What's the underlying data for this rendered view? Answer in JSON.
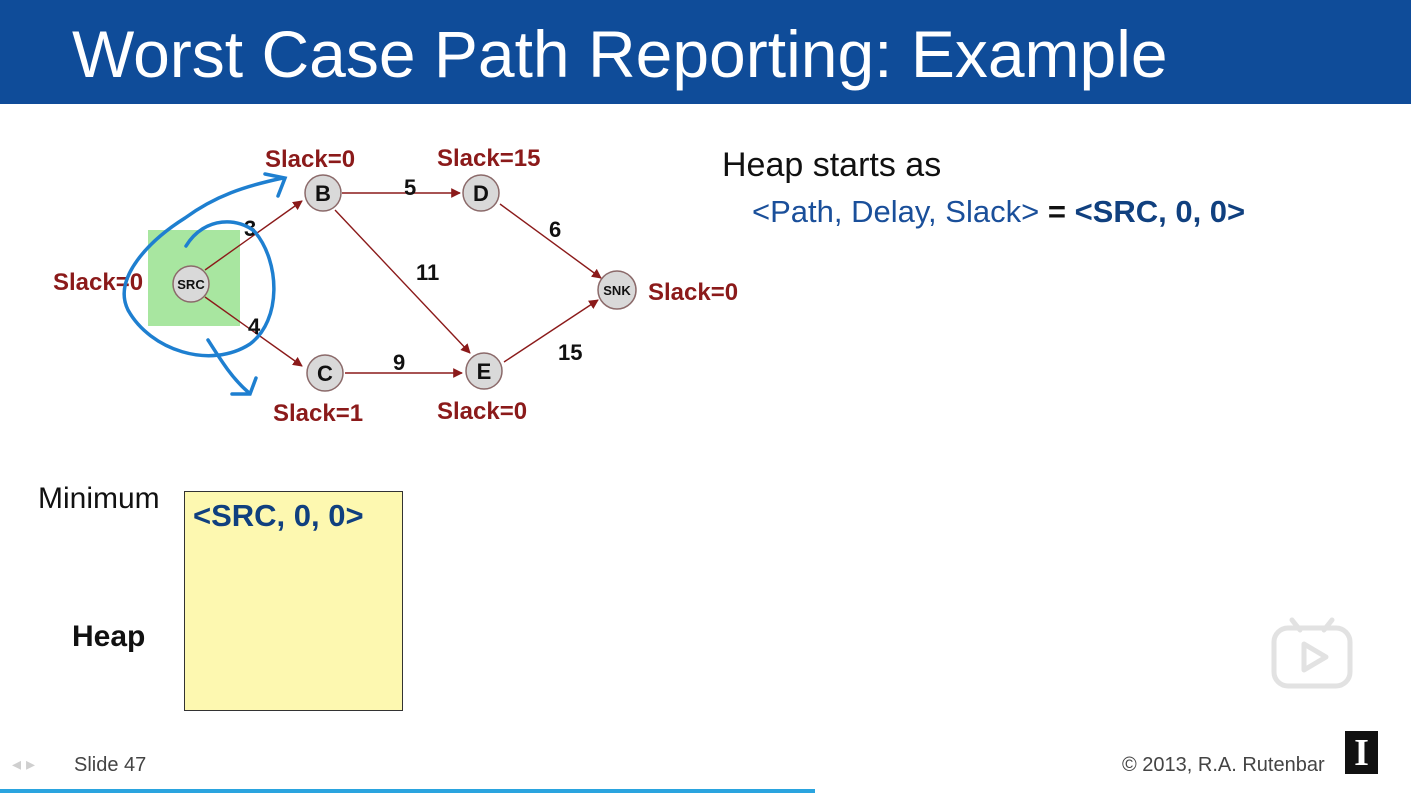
{
  "slide": {
    "title": "Worst Case Path Reporting: Example",
    "heap_intro": "Heap starts as",
    "heap_tuple_label": "<Path, Delay, Slack>",
    "heap_equals": "=",
    "heap_tuple_value": "<SRC, 0, 0>",
    "heap_min_label": "Minimum",
    "heap_label": "Heap",
    "heap_entries": [
      "<SRC, 0, 0>"
    ],
    "footer_slide": "Slide 47",
    "footer_copyright": "© 2013, R.A. Rutenbar",
    "logo_letter": "I"
  },
  "graph": {
    "nodes": {
      "src": {
        "label": "SRC",
        "slack": "Slack=0"
      },
      "b": {
        "label": "B",
        "slack": "Slack=0"
      },
      "c": {
        "label": "C",
        "slack": "Slack=1"
      },
      "d": {
        "label": "D",
        "slack": "Slack=15"
      },
      "e": {
        "label": "E",
        "slack": "Slack=0"
      },
      "snk": {
        "label": "SNK",
        "slack": "Slack=0"
      }
    },
    "edges": {
      "src_b": "3",
      "src_c": "4",
      "b_d": "5",
      "b_e": "11",
      "c_e": "9",
      "d_snk": "6",
      "e_snk": "15"
    }
  },
  "colors": {
    "title_bar": "#0f4c99",
    "slack_text": "#8b1a1a",
    "edge": "#8b1a1a",
    "heap_box": "#fdf8b0",
    "highlight": "#9be39b",
    "annotation": "#1e7fd0",
    "progress": "#2aa4df"
  }
}
